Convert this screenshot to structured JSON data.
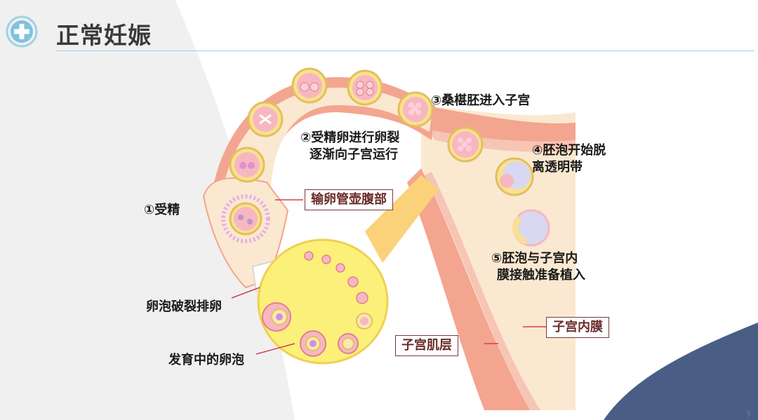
{
  "header": {
    "title": "正常妊娠",
    "logo_icon": "medical-cross-icon"
  },
  "labels": {
    "fertilization": "①受精",
    "cleavage_line1": "②受精卵进行卵裂",
    "cleavage_line2": "逐渐向子宫运行",
    "morula": "③桑椹胚进入子宫",
    "blastocyst_line1": "④胚泡开始脱",
    "blastocyst_line2": "离透明带",
    "implantation_line1": "⑤胚泡与子宫内",
    "implantation_line2": "膜接触准备植入",
    "ovulation": "卵泡破裂排卵",
    "developing_follicle": "发育中的卵泡"
  },
  "boxed_labels": {
    "ampulla": "输卵管壶腹部",
    "myometrium": "子宫肌层",
    "endometrium": "子宫内膜"
  },
  "page_number": "5",
  "colors": {
    "accent": "#4a5d85",
    "header_rule": "#9fd2e8",
    "tube_outer": "#f3a58f",
    "tube_inner": "#fbe8d0",
    "ovary": "#fbf07a"
  }
}
